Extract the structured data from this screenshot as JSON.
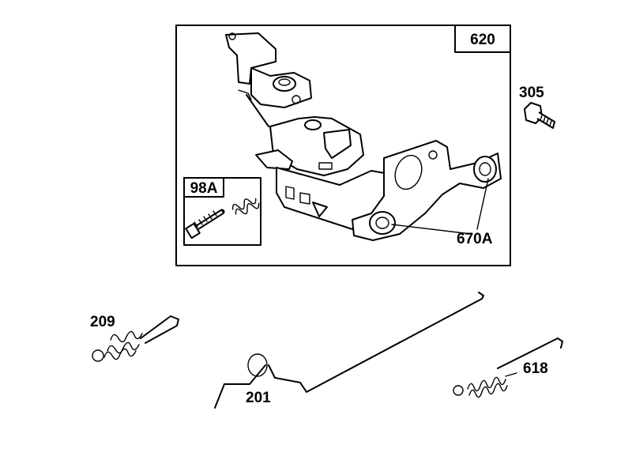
{
  "callouts": {
    "assembly": "620",
    "kit": "98A",
    "bolt": "305",
    "bushing": "670A",
    "spring_left": "209",
    "link_rod": "201",
    "spring_right": "618"
  }
}
